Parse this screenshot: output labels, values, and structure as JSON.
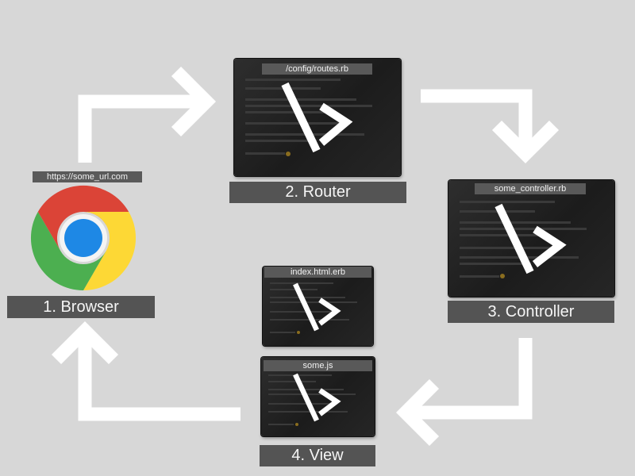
{
  "browser": {
    "url": "https://some_url.com",
    "label": "1. Browser",
    "logo_icon": "chrome-logo-icon"
  },
  "router": {
    "file": "/config/routes.rb",
    "label": "2. Router"
  },
  "controller": {
    "file": "some_controller.rb",
    "label": "3. Controller"
  },
  "view": {
    "files": [
      "index.html.erb",
      "some.js"
    ],
    "label": "4. View"
  },
  "editor_icon": "terminal-slash-icon",
  "colors": {
    "background": "#d7d7d7",
    "arrow": "#ffffff",
    "label_bg": "#545454",
    "chrome_red": "#db4437",
    "chrome_green": "#4caf50",
    "chrome_yellow": "#fdd835",
    "chrome_blue": "#1e88e5"
  }
}
